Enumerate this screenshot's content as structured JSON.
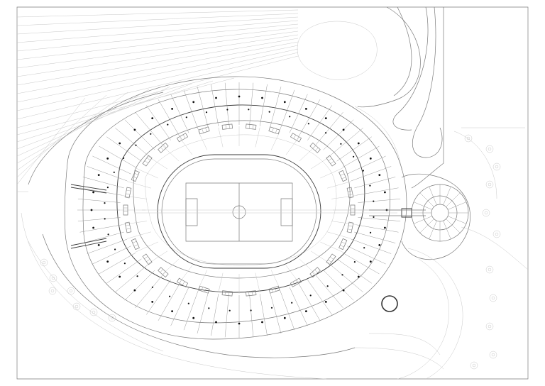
{
  "drawing": {
    "kind": "stadium-site-plan",
    "colors": {
      "background": "#ffffff",
      "line": "#7a7a7a",
      "dark": "#3a3a3a",
      "faint": "#c8c8c8",
      "column": "#111111"
    },
    "elements": [
      "site-frame",
      "stadium-bowl",
      "athletics-track",
      "football-pitch",
      "radial-seating-grid",
      "concourse-rooms",
      "column-dots",
      "approach-ramps",
      "round-plaza",
      "landscape-paths",
      "trees",
      "marker-circle"
    ]
  }
}
